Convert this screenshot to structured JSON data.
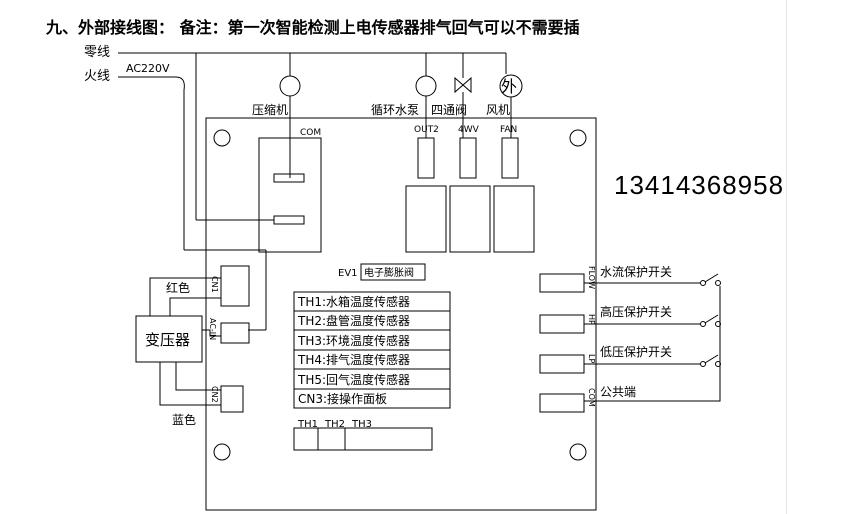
{
  "title": "九、外部接线图：  备注：第一次智能检测上电传感器排气回气可以不需要插",
  "phone": "13414368958",
  "power": {
    "neutral": "零线",
    "live": "火线",
    "voltage": "AC220V"
  },
  "loads": {
    "compressor": "压缩机",
    "pump": "循环水泵",
    "valve": "四通阀",
    "fan": "风机",
    "outdoor_mark": "外"
  },
  "terminals": {
    "com": "COM",
    "out2": "OUT2",
    "fourway": "4WV",
    "fan": "FAN",
    "ev1": "EV1",
    "ev_label": "电子膨胀阀",
    "cn1": "CN1",
    "ac_in": "AC-IN",
    "cn2": "CN2",
    "flow": "FLOW",
    "hp": "HP",
    "lp": "LP",
    "com_right": "COM"
  },
  "transformer": {
    "label": "变压器",
    "red": "红色",
    "blue": "蓝色"
  },
  "sensors": [
    "TH1:水箱温度传感器",
    "TH2:盘管温度传感器",
    "TH3:环境温度传感器",
    "TH4:排气温度传感器",
    "TH5:回气温度传感器",
    "CN3:接操作面板"
  ],
  "sensor_header": [
    "TH1",
    "TH2",
    "TH3"
  ],
  "switches": {
    "flow": "水流保护开关",
    "high": "高压保护开关",
    "low": "低压保护开关",
    "common": "公共端"
  }
}
